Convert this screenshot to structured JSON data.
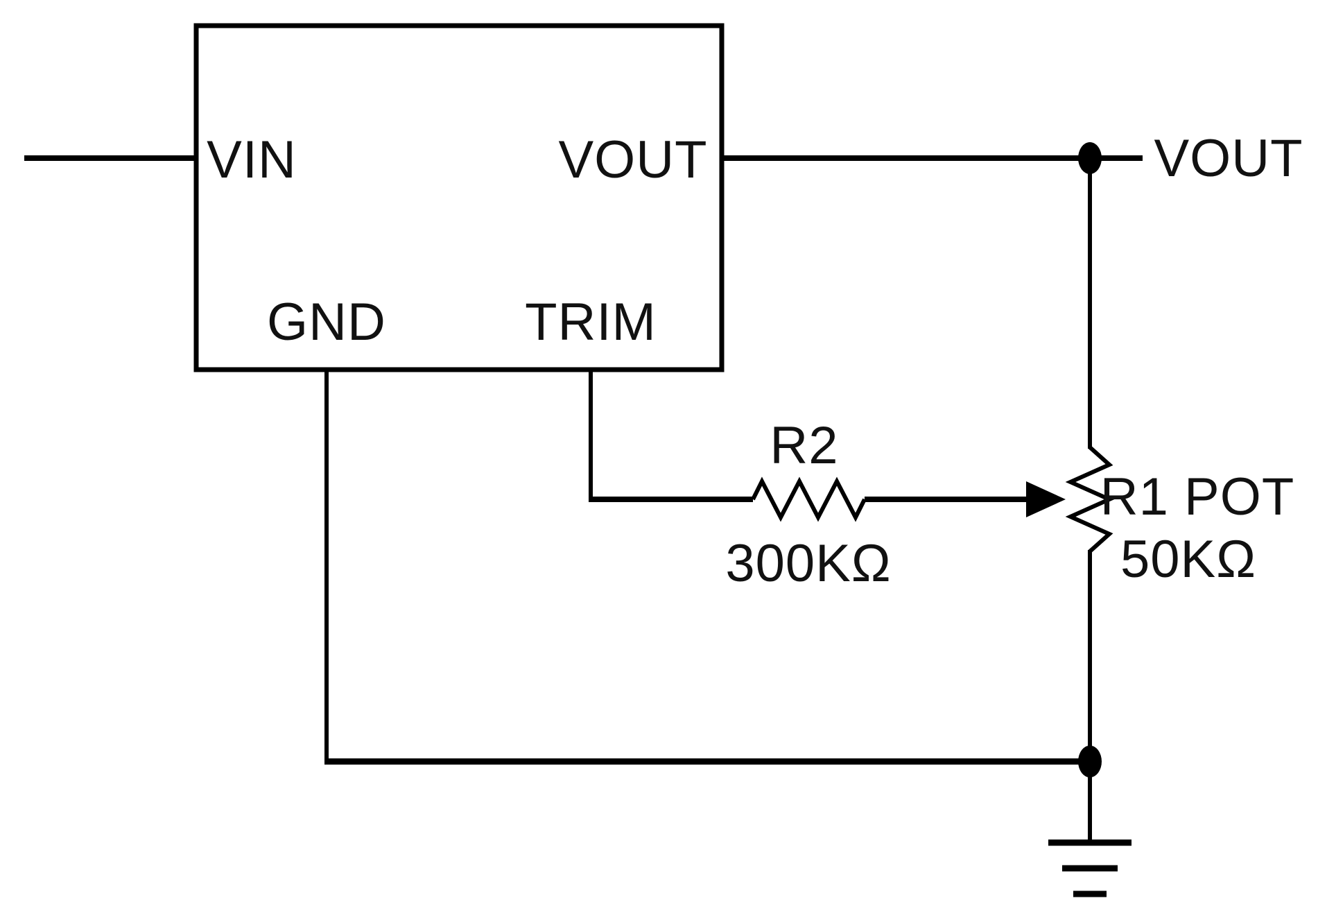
{
  "colors": {
    "background": "#ffffff",
    "line": "#000000",
    "text": "#111111"
  },
  "regulator": {
    "pin_vin": "VIN",
    "pin_vout": "VOUT",
    "pin_gnd": "GND",
    "pin_trim": "TRIM"
  },
  "nets": {
    "vout_label": "VOUT"
  },
  "components": {
    "r2": {
      "ref": "R2",
      "value": "300KΩ"
    },
    "r1": {
      "ref": "R1 POT",
      "value": "50KΩ"
    }
  }
}
